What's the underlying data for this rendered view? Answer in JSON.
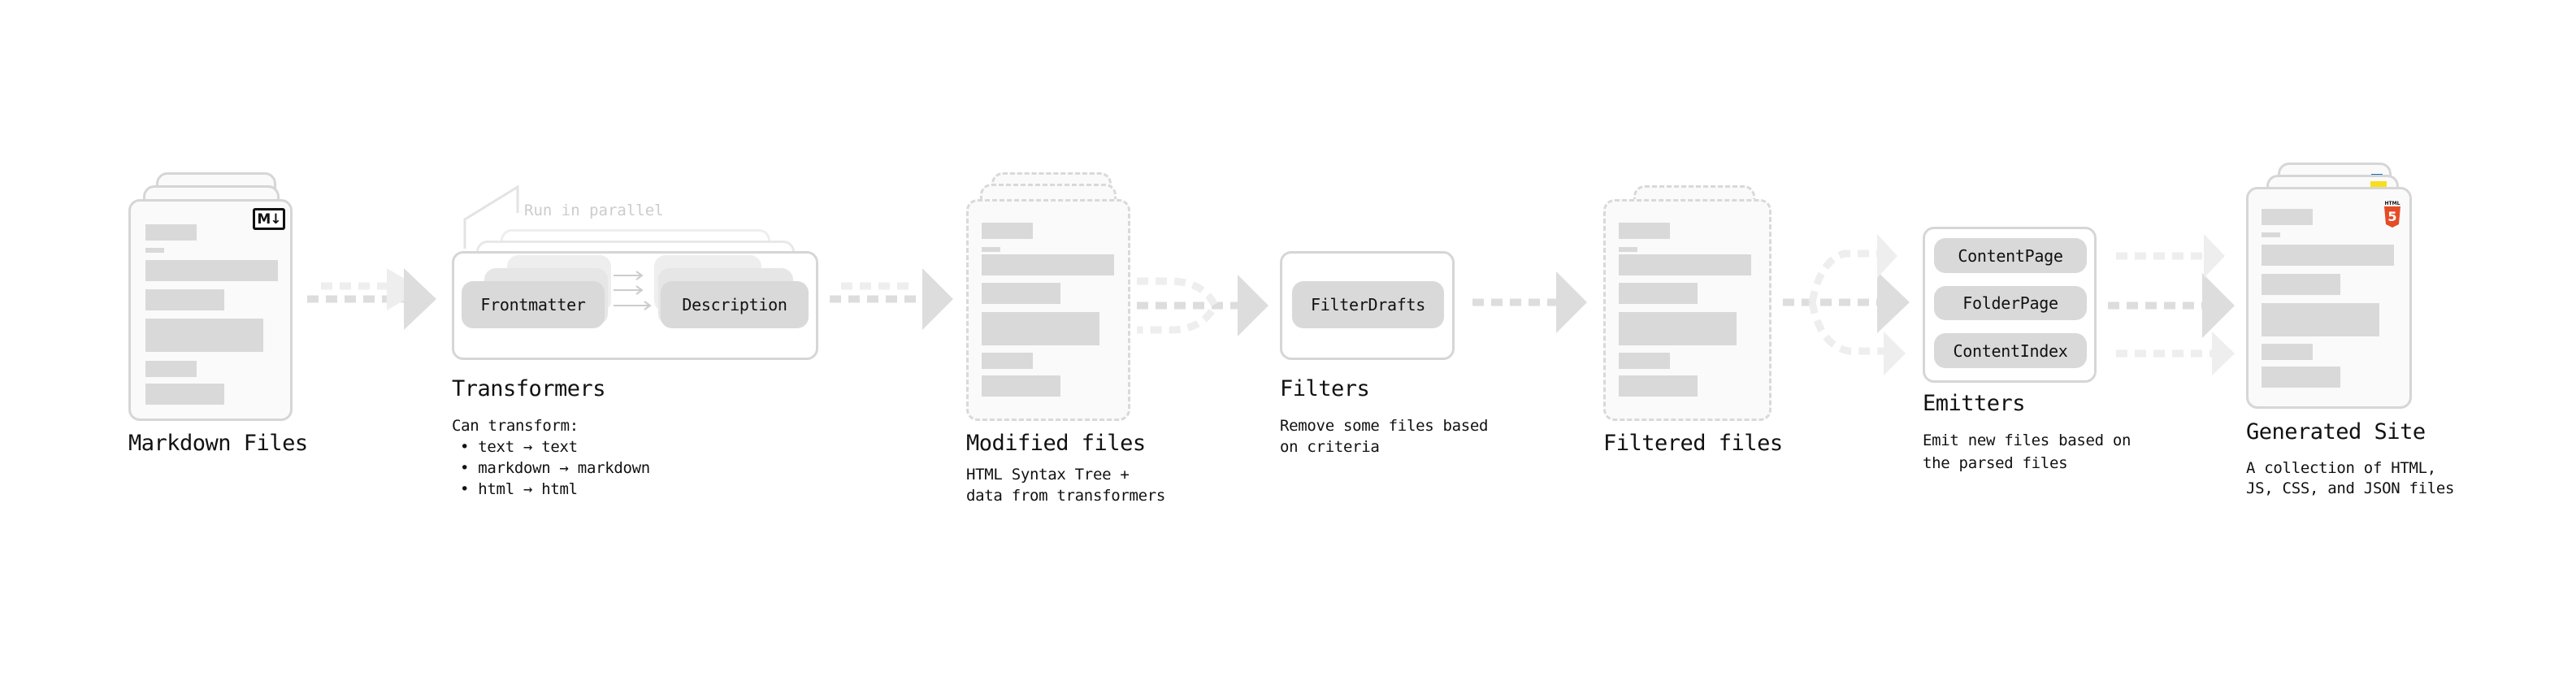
{
  "stages": {
    "markdown": {
      "title": "Markdown Files",
      "icon": "markdown-icon",
      "icon_text": "M↓"
    },
    "transformers": {
      "title": "Transformers",
      "parallel_note": "Run in parallel",
      "plugins": [
        "Frontmatter",
        "Description"
      ],
      "desc_heading": "Can transform:",
      "bullets": [
        "text → text",
        "markdown → markdown",
        "html → html"
      ]
    },
    "modified": {
      "title": "Modified files",
      "desc": [
        "HTML Syntax Tree +",
        "data from transformers"
      ]
    },
    "filters": {
      "title": "Filters",
      "plugins": [
        "FilterDrafts"
      ],
      "desc": [
        "Remove some files based",
        "on criteria"
      ]
    },
    "filtered": {
      "title": "Filtered files"
    },
    "emitters": {
      "title": "Emitters",
      "plugins": [
        "ContentPage",
        "FolderPage",
        "ContentIndex"
      ],
      "desc": [
        "Emit new files based on",
        "the parsed files"
      ]
    },
    "generated": {
      "title": "Generated Site",
      "icon": "html5-icon",
      "icon_text": "HTML",
      "desc": [
        "A collection of HTML,",
        "JS, CSS, and JSON files"
      ]
    }
  },
  "colors": {
    "html5": "#e44d26",
    "js": "#f7df1e",
    "css": "#1572b6",
    "placeholder": "#d9d9d9",
    "border": "#d6d6d6"
  }
}
